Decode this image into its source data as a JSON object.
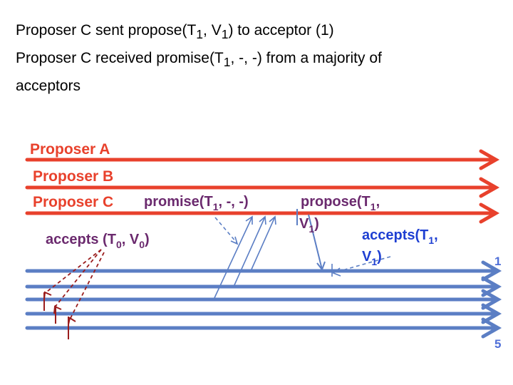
{
  "header": {
    "line1": [
      "Proposer C sent propose(T",
      "1",
      ", V",
      "1",
      ") to acceptor (1)"
    ],
    "line2": [
      "Proposer C received promise(T",
      "1",
      ", -, -) from a majority of"
    ],
    "line3": "acceptors"
  },
  "proposers": [
    "Proposer A",
    "Proposer B",
    "Proposer C"
  ],
  "labels": {
    "promise": [
      "promise(T",
      "1",
      ", -,  -)"
    ],
    "propose_a": [
      "propose(T",
      "1",
      ","
    ],
    "propose_b": [
      "V",
      "1",
      ")"
    ],
    "accepts_old": [
      "accepts (T",
      "0",
      ", V",
      "0",
      ")"
    ],
    "accepts_new_a": [
      "accepts(T",
      "1",
      ","
    ],
    "accepts_new_b": [
      "V",
      "1",
      ")"
    ]
  },
  "acceptor_numbers": {
    "first": "1",
    "last": "5"
  },
  "colors": {
    "proposer_line": "#e8412c",
    "acceptor_line": "#5b7ec4",
    "purple": "#6b2a6e",
    "blue": "#1e3fd2",
    "dashed_red": "#9b1d1d",
    "dashed_blue": "#5b7ec4"
  }
}
